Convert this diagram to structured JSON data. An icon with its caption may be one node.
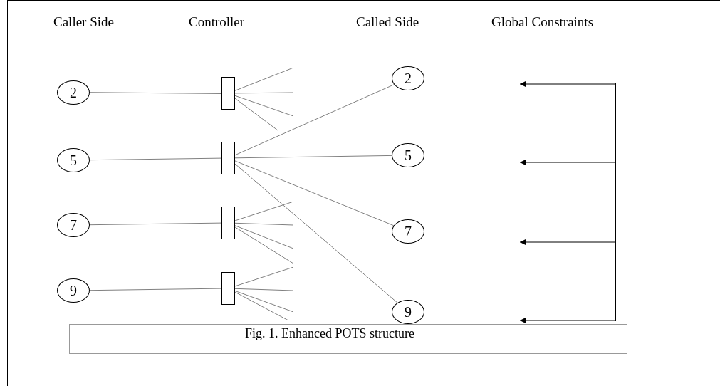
{
  "diagram": {
    "caption": "Fig. 1. Enhanced POTS structure",
    "nodes": [
      {
        "text": [
          "2"
        ]
      },
      {
        "text": [
          "5"
        ]
      },
      {
        "text": [
          "7"
        ]
      },
      {
        "text": [
          "9"
        ]
      },
      {
        "text": [],
        "shape": "box"
      },
      {
        "text": [],
        "shape": "box"
      },
      {
        "text": [],
        "shape": "box"
      },
      {
        "text": [],
        "shape": "box"
      },
      {
        "text": [
          "2"
        ]
      },
      {
        "text": [
          "5"
        ]
      },
      {
        "text": [
          "7"
        ]
      },
      {
        "text": [
          "9"
        ]
      },
      {
        "text": [],
        "shape": "bar"
      }
    ],
    "edges": [
      {
        "from": 0,
        "to": 4,
        "arrow": "none",
        "color": "#000000"
      },
      {
        "from": 1,
        "to": 5,
        "arrow": "none"
      },
      {
        "from": 2,
        "to": 6,
        "arrow": "none"
      },
      {
        "from": 3,
        "to": 7,
        "arrow": "none"
      },
      {
        "from": 4,
        "to": null,
        "arrow": "none"
      },
      {
        "from": 4,
        "to": null,
        "arrow": "none"
      },
      {
        "from": 4,
        "to": null,
        "arrow": "none"
      },
      {
        "from": 4,
        "to": null,
        "arrow": "none"
      },
      {
        "from": 5,
        "to": 8,
        "arrow": "none"
      },
      {
        "from": 5,
        "to": 9,
        "arrow": "none"
      },
      {
        "from": 5,
        "to": 10,
        "arrow": "none"
      },
      {
        "from": 5,
        "to": 11,
        "arrow": "none"
      },
      {
        "from": 6,
        "to": null,
        "arrow": "none"
      },
      {
        "from": 6,
        "to": null,
        "arrow": "none"
      },
      {
        "from": 6,
        "to": null,
        "arrow": "none"
      },
      {
        "from": 6,
        "to": null,
        "arrow": "none"
      },
      {
        "from": 7,
        "to": null,
        "arrow": "none"
      },
      {
        "from": 7,
        "to": null,
        "arrow": "none"
      },
      {
        "from": 7,
        "to": null,
        "arrow": "none"
      },
      {
        "from": 7,
        "to": null,
        "arrow": "none"
      },
      {
        "from": 12,
        "to": null,
        "arrow": "to",
        "color": "#000000"
      },
      {
        "from": 12,
        "to": null,
        "arrow": "to",
        "color": "#000000"
      },
      {
        "from": 12,
        "to": null,
        "arrow": "to",
        "color": "#000000"
      },
      {
        "from": 12,
        "to": null,
        "arrow": "to",
        "color": "#000000"
      }
    ],
    "labels": [
      "Caller Side",
      "Controller",
      "Called Side",
      "Global Constraints"
    ]
  }
}
